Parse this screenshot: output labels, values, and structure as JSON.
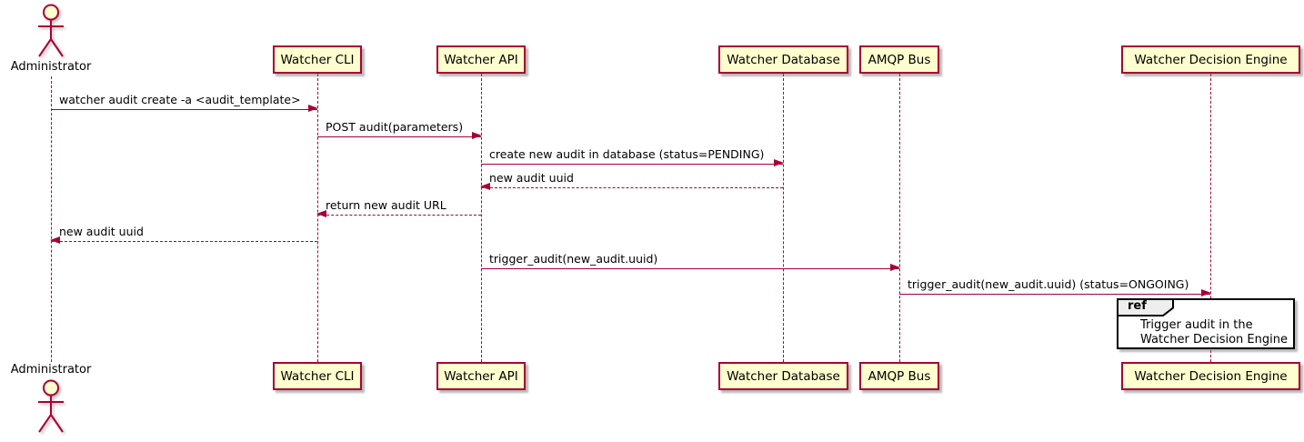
{
  "actor": {
    "name": "Administrator"
  },
  "participants": [
    {
      "label": "Watcher CLI"
    },
    {
      "label": "Watcher API"
    },
    {
      "label": "Watcher Database"
    },
    {
      "label": "AMQP Bus"
    },
    {
      "label": "Watcher Decision Engine"
    }
  ],
  "messages": [
    {
      "label": "watcher audit create -a <audit_template>",
      "from": "Administrator",
      "to": "Watcher CLI",
      "line": "solid"
    },
    {
      "label": "POST audit(parameters)",
      "from": "Watcher CLI",
      "to": "Watcher API",
      "line": "solid"
    },
    {
      "label": "create new audit in database (status=PENDING)",
      "from": "Watcher API",
      "to": "Watcher Database",
      "line": "solid"
    },
    {
      "label": "new audit uuid",
      "from": "Watcher Database",
      "to": "Watcher API",
      "line": "dashed"
    },
    {
      "label": "return new audit URL",
      "from": "Watcher API",
      "to": "Watcher CLI",
      "line": "dashed"
    },
    {
      "label": "new audit uuid",
      "from": "Watcher CLI",
      "to": "Administrator",
      "line": "dashed"
    },
    {
      "label": "trigger_audit(new_audit.uuid)",
      "from": "Watcher API",
      "to": "AMQP Bus",
      "line": "solid"
    },
    {
      "label": "trigger_audit(new_audit.uuid) (status=ONGOING)",
      "from": "AMQP Bus",
      "to": "Watcher Decision Engine",
      "line": "solid"
    }
  ],
  "ref": {
    "keyword": "ref",
    "text": "Trigger audit in the\nWatcher Decision Engine"
  },
  "colors": {
    "participant_fill": "#FEFECE",
    "participant_border": "#A80036",
    "arrow": "#A80036",
    "lifeline": "#A80036",
    "ref_border": "#000000",
    "ref_header_fill": "#EEEEEE"
  }
}
